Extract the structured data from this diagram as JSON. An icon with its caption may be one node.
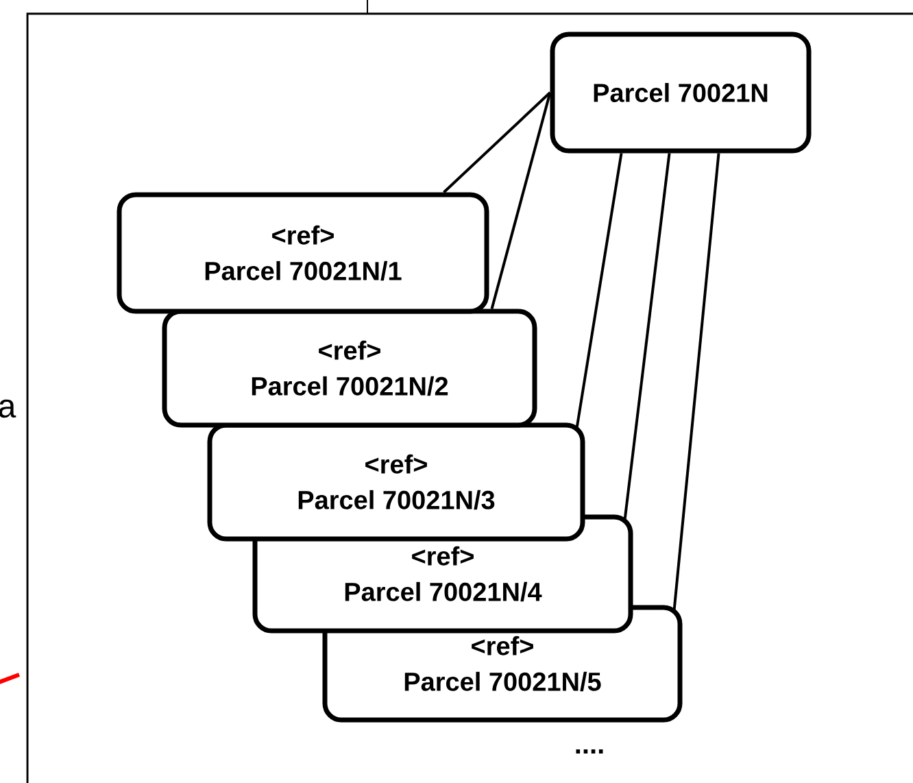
{
  "diagram": {
    "nodes": [
      {
        "text": [
          "Parcel 70021N"
        ]
      },
      {
        "text": [
          "<ref>",
          "Parcel 70021N/1"
        ]
      },
      {
        "text": [
          "<ref>",
          "Parcel 70021N/2"
        ]
      },
      {
        "text": [
          "<ref>",
          "Parcel 70021N/3"
        ]
      },
      {
        "text": [
          "<ref>",
          "Parcel 70021N/4"
        ]
      },
      {
        "text": [
          "<ref>",
          "Parcel 70021N/5"
        ]
      }
    ],
    "edges": [
      {
        "from": 0,
        "to": 1,
        "arrow": "none"
      },
      {
        "from": 0,
        "to": 2,
        "arrow": "none"
      },
      {
        "from": 0,
        "to": 3,
        "arrow": "none"
      },
      {
        "from": 0,
        "to": 4,
        "arrow": "none"
      },
      {
        "from": 0,
        "to": 5,
        "arrow": "none"
      }
    ],
    "labels": [
      "a",
      "...."
    ]
  }
}
